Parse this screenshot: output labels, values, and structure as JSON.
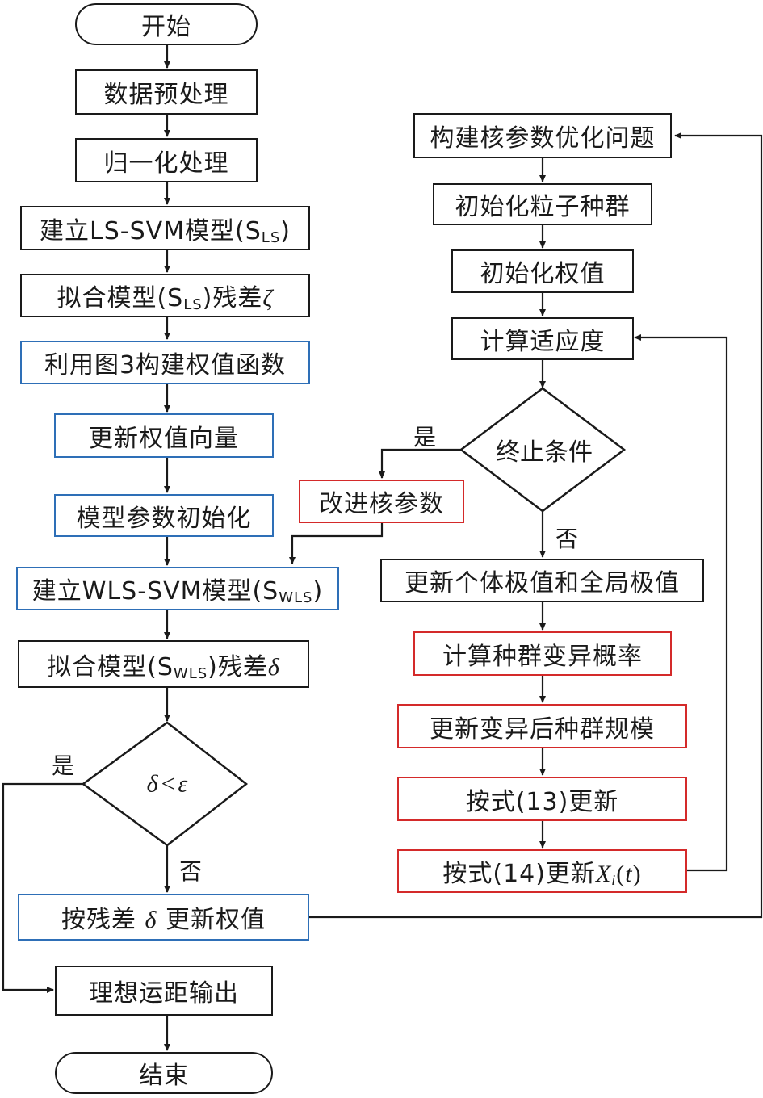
{
  "nodes": {
    "start": "开始",
    "preprocess": "数据预处理",
    "normalize": "归一化处理",
    "build_ls": {
      "text": "建立LS-SVM模型(S",
      "sub": "LS",
      "tail": ")"
    },
    "fit_ls": {
      "text": "拟合模型(S",
      "sub": "LS",
      "tail": ")残差",
      "sym": "ζ"
    },
    "weight_func": "利用图3构建权值函数",
    "update_weight_vec": "更新权值向量",
    "init_params": "模型参数初始化",
    "build_wls": {
      "text": "建立WLS-SVM模型(S",
      "sub": "WLS",
      "tail": ")"
    },
    "fit_wls": {
      "text": "拟合模型(S",
      "sub": "WLS",
      "tail": ")残差",
      "sym": "δ"
    },
    "decision_delta": {
      "sym1": "δ",
      "op": "<",
      "sym2": "ε"
    },
    "update_by_residual": {
      "pre": "按残差 ",
      "sym": "δ",
      "post": " 更新权值"
    },
    "output": "理想运距输出",
    "end": "结束",
    "build_kernel_problem": "构建核参数优化问题",
    "init_particles": "初始化粒子种群",
    "init_weights": "初始化权值",
    "fitness": "计算适应度",
    "stop_condition": "终止条件",
    "improve_kernel": "改进核参数",
    "update_extrema": "更新个体极值和全局极值",
    "mutation_prob": "计算种群变异概率",
    "update_scale": "更新变异后种群规模",
    "update_13": "按式(13)更新",
    "update_14": {
      "text": "按式(14)更新",
      "sym": "X",
      "sub": "i",
      "tail": "(",
      "t": "t",
      "close": ")"
    }
  },
  "labels": {
    "yes_left": "是",
    "no_left": "否",
    "yes_right": "是",
    "no_right": "否"
  },
  "colors": {
    "black": "#1a1a1a",
    "blue": "#2e6fb7",
    "red": "#d42a2a"
  }
}
